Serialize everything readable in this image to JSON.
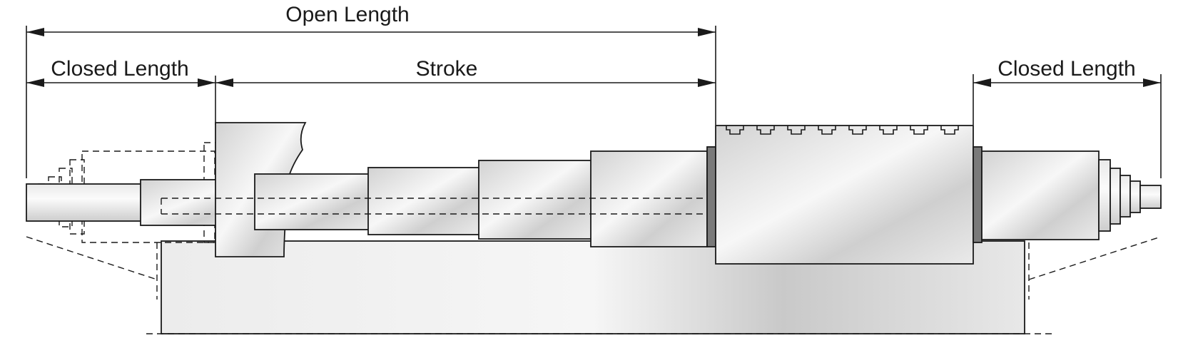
{
  "labels": {
    "open_length": "Open Length",
    "stroke": "Stroke",
    "closed_length_left": "Closed Length",
    "closed_length_right": "Closed Length"
  },
  "colors": {
    "line": "#1a1a1a",
    "metal_light": "#f4f4f4",
    "metal_mid": "#d6d6d6",
    "metal_dark": "#bcbcbc",
    "seal_ring": "#7a7a7a",
    "base": "#e4e4e4"
  }
}
